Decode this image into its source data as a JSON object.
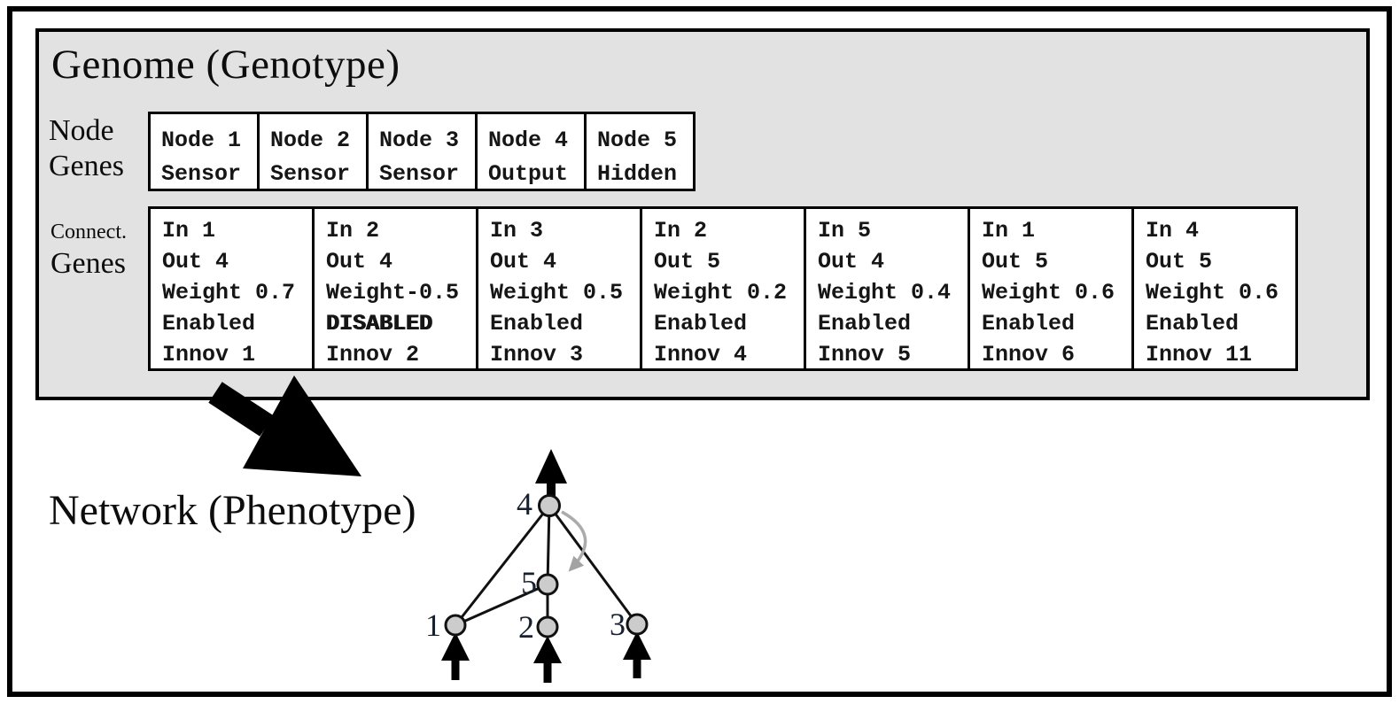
{
  "genome": {
    "title": "Genome (Genotype)",
    "node_genes_label": {
      "line1": "Node",
      "line2": "Genes"
    },
    "connection_genes_label": {
      "line1": "Connect.",
      "line2": "Genes"
    },
    "node_genes": [
      {
        "name": "Node 1",
        "type": "Sensor"
      },
      {
        "name": "Node 2",
        "type": "Sensor"
      },
      {
        "name": "Node 3",
        "type": "Sensor"
      },
      {
        "name": "Node 4",
        "type": "Output"
      },
      {
        "name": "Node 5",
        "type": "Hidden"
      }
    ],
    "connection_genes": [
      {
        "in": "In 1",
        "out": "Out 4",
        "weight": "Weight 0.7",
        "status": "Enabled",
        "innov": "Innov 1"
      },
      {
        "in": "In 2",
        "out": "Out 4",
        "weight": "Weight-0.5",
        "status": "DISABLED",
        "innov": "Innov 2"
      },
      {
        "in": "In 3",
        "out": "Out 4",
        "weight": "Weight 0.5",
        "status": "Enabled",
        "innov": "Innov 3"
      },
      {
        "in": "In 2",
        "out": "Out 5",
        "weight": "Weight 0.2",
        "status": "Enabled",
        "innov": "Innov 4"
      },
      {
        "in": "In 5",
        "out": "Out 4",
        "weight": "Weight 0.4",
        "status": "Enabled",
        "innov": "Innov 5"
      },
      {
        "in": "In 1",
        "out": "Out 5",
        "weight": "Weight 0.6",
        "status": "Enabled",
        "innov": "Innov 6"
      },
      {
        "in": "In 4",
        "out": "Out 5",
        "weight": "Weight 0.6",
        "status": "Enabled",
        "innov": "Innov 11"
      }
    ]
  },
  "network": {
    "label": "Network (Phenotype)",
    "node_labels": {
      "n1": "1",
      "n2": "2",
      "n3": "3",
      "n4": "4",
      "n5": "5"
    },
    "edges": [
      {
        "from": 1,
        "to": 4,
        "style": "line"
      },
      {
        "from": 1,
        "to": 5,
        "style": "line"
      },
      {
        "from": 2,
        "to": 5,
        "style": "line"
      },
      {
        "from": 5,
        "to": 4,
        "style": "line"
      },
      {
        "from": 3,
        "to": 4,
        "style": "line"
      },
      {
        "from": 4,
        "to": 5,
        "style": "recurrent-gray-curve"
      }
    ]
  },
  "colors": {
    "genome_background": "#e2e2e2",
    "box_border": "#000000",
    "network_node_fill": "#cccccc",
    "edge_stroke": "#111111",
    "recurrent_arrow": "#ababab",
    "mono_text": "#161616"
  }
}
